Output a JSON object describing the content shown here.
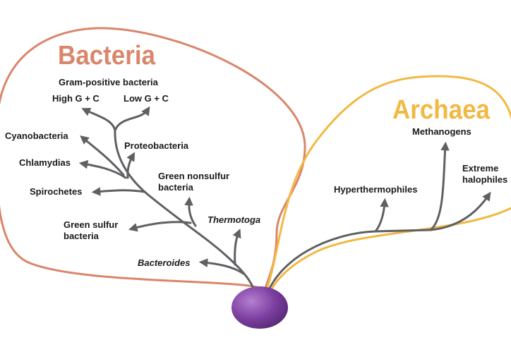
{
  "colors": {
    "bacteria": "#d9866b",
    "archaea": "#f2b942",
    "branch": "#5f6063",
    "root": "#7d3fa0"
  },
  "bacteria": {
    "title": "Bacteria",
    "gram_positive": "Gram-positive bacteria",
    "high_gc": "High G + C",
    "low_gc": "Low G + C",
    "cyanobacteria": "Cyanobacteria",
    "proteobacteria": "Proteobacteria",
    "chlamydias": "Chlamydias",
    "spirochetes": "Spirochetes",
    "green_nonsulfur_1": "Green nonsulfur",
    "green_nonsulfur_2": "bacteria",
    "green_sulfur_1": "Green sulfur",
    "green_sulfur_2": "bacteria",
    "thermotoga": "Thermotoga",
    "bacteroides": "Bacteroides"
  },
  "archaea": {
    "title": "Archaea",
    "methanogens": "Methanogens",
    "extreme_1": "Extreme",
    "extreme_2": "halophiles",
    "hyperthermophiles": "Hyperthermophiles"
  }
}
